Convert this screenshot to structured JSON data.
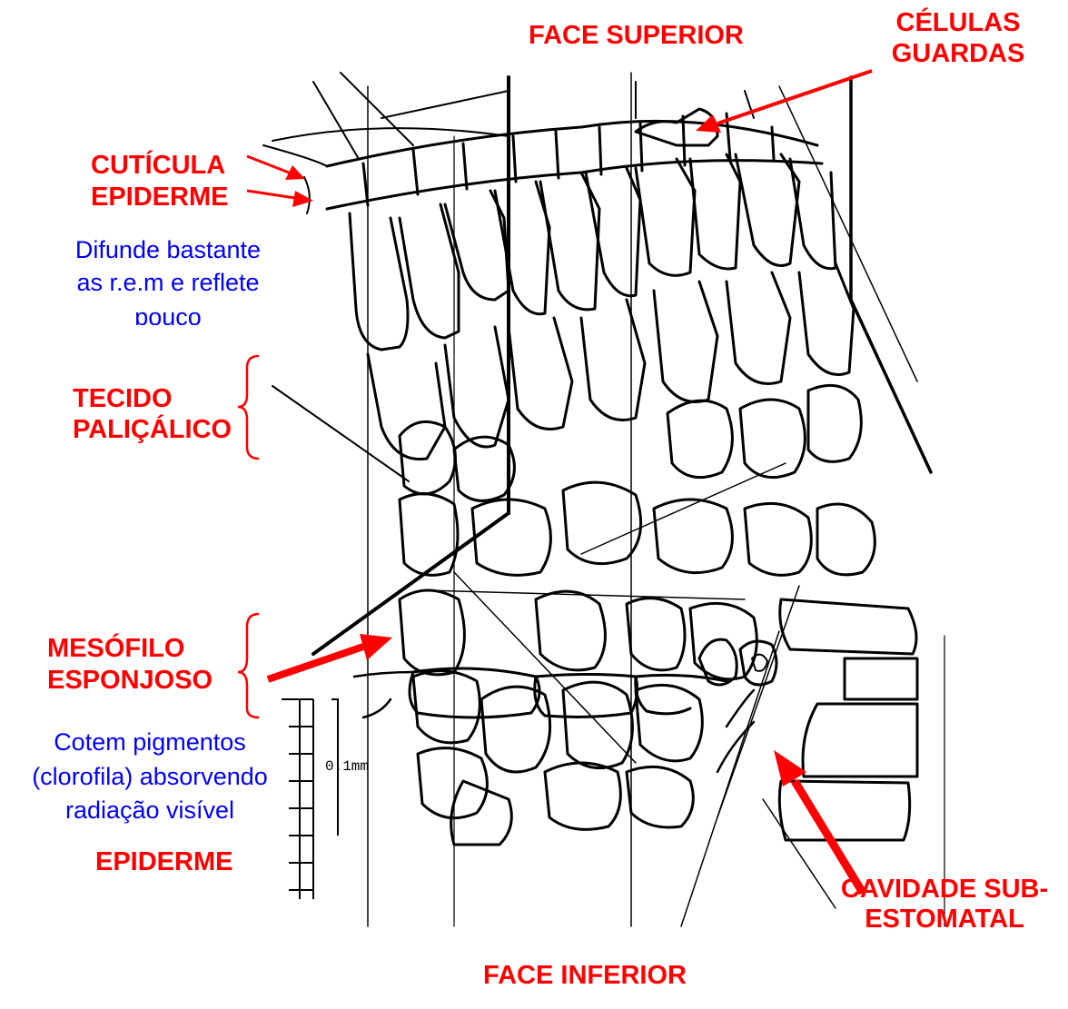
{
  "labels": {
    "face_superior": "FACE SUPERIOR",
    "celulas_guardas_1": "CÉLULAS",
    "celulas_guardas_2": "GUARDAS",
    "cuticula": "CUTÍCULA",
    "epiderme_top": "EPIDERME",
    "tecido_1": "TECIDO",
    "tecido_2": "PALIÇÁLICO",
    "mesofilo_1": "MESÓFILO",
    "mesofilo_2": "ESPONJOSO",
    "epiderme_bottom": "EPIDERME",
    "cavidade_1": "CAVIDADE SUB-",
    "cavidade_2": "ESTOMATAL",
    "face_inferior": "FACE INFERIOR"
  },
  "notes": {
    "epiderme_note_1": "Difunde bastante",
    "epiderme_note_2": "as r.e.m e reflete",
    "epiderme_note_3": "pouco",
    "mesofilo_note_1": "Cotem pigmentos",
    "mesofilo_note_2": "(clorofila) absorvendo",
    "mesofilo_note_3": "radiação visível"
  },
  "scale_bar": {
    "label": "0.1mm"
  },
  "colors": {
    "label": "#ff0000",
    "note": "#0000ff",
    "ink": "#000000"
  }
}
